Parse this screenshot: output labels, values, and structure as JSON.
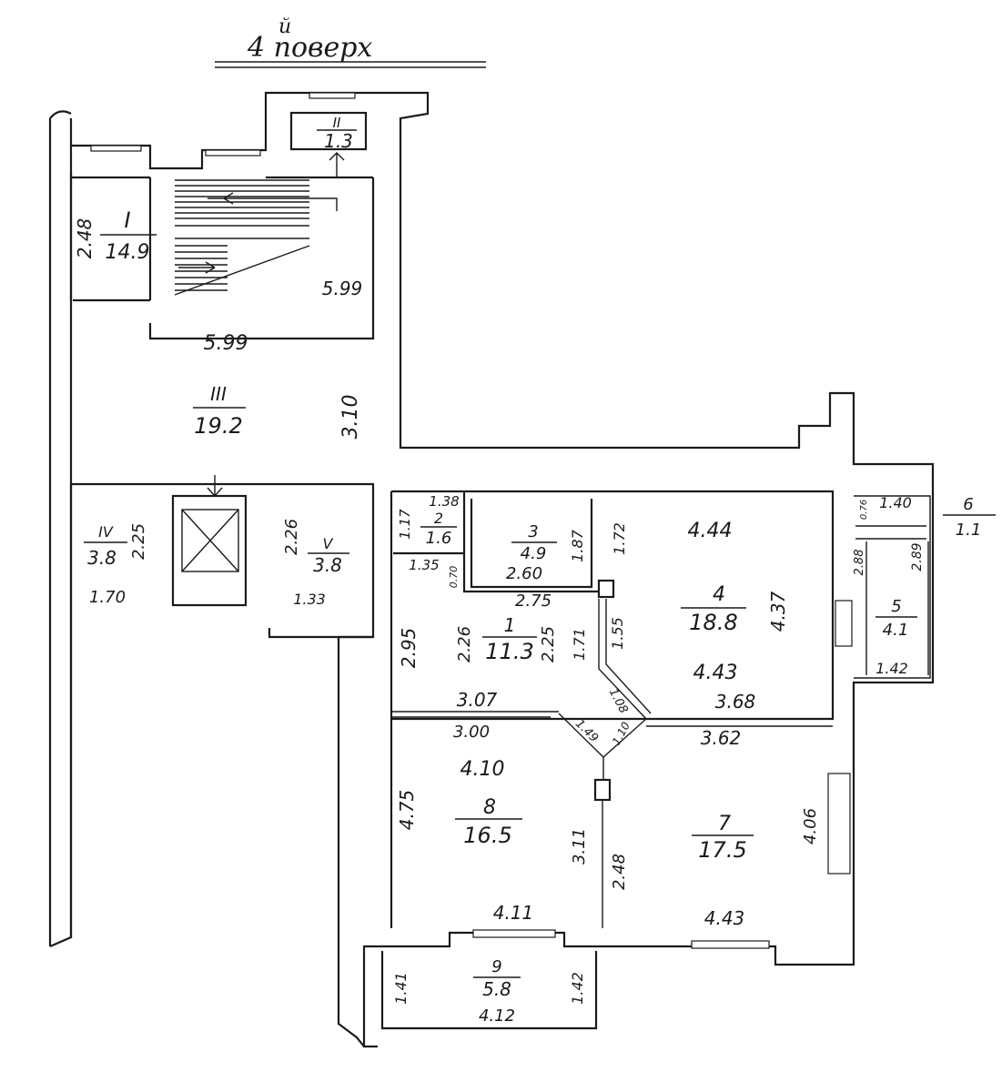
{
  "title": {
    "text": "4 поверх",
    "superscript": "й"
  },
  "common_rooms": [
    {
      "id": "I",
      "area": "14.9"
    },
    {
      "id": "II",
      "area": "1.3"
    },
    {
      "id": "III",
      "area": "19.2"
    },
    {
      "id": "IV",
      "area": "3.8"
    },
    {
      "id": "V",
      "area": "3.8"
    }
  ],
  "apartment_rooms": [
    {
      "id": "1",
      "area": "11.3"
    },
    {
      "id": "2",
      "area": "1.6"
    },
    {
      "id": "3",
      "area": "4.9"
    },
    {
      "id": "4",
      "area": "18.8"
    },
    {
      "id": "5",
      "area": "4.1"
    },
    {
      "id": "6",
      "area": "1.1"
    },
    {
      "id": "7",
      "area": "17.5"
    },
    {
      "id": "8",
      "area": "16.5"
    },
    {
      "id": "9",
      "area": "5.8"
    }
  ],
  "dimensions": {
    "d_2_48": "2.48",
    "d_5_99_a": "5.99",
    "d_5_99_b": "5.99",
    "d_3_10": "3.10",
    "d_2_25": "2.25",
    "d_1_70": "1.70",
    "d_2_26_v": "2.26",
    "d_1_3x": "1.33",
    "d_1_38": "1.38",
    "d_1_17": "1.17",
    "d_1_35": "1.35",
    "d_0_70": "0.70",
    "d_2_60": "2.60",
    "d_1_87": "1.87",
    "d_1_72": "1.72",
    "d_2_75": "2.75",
    "d_4_44": "4.44",
    "d_4_37": "4.37",
    "d_4_43_a": "4.43",
    "d_3_68": "3.68",
    "d_2_95": "2.95",
    "d_2_26": "2.26",
    "d_2_25b": "2.25",
    "d_1_71": "1.71",
    "d_1_55": "1.55",
    "d_3_07": "3.07",
    "d_1_08": "1.08",
    "d_1_49": "1.49",
    "d_1_10": "1.10",
    "d_1_40": "1.40",
    "d_0_76": "0.76",
    "d_2_88": "2.88",
    "d_2_89": "2.89",
    "d_1_42_a": "1.42",
    "d_3_00": "3.00",
    "d_4_10": "4.10",
    "d_4_75": "4.75",
    "d_3_11": "3.11",
    "d_2_48b": "2.48",
    "d_3_62": "3.62",
    "d_4_06": "4.06",
    "d_4_11": "4.11",
    "d_4_43_b": "4.43",
    "d_1_41": "1.41",
    "d_1_42_b": "1.42",
    "d_4_12": "4.12"
  },
  "colors": {
    "ink": "#1a1a1a",
    "paper": "#ffffff"
  }
}
